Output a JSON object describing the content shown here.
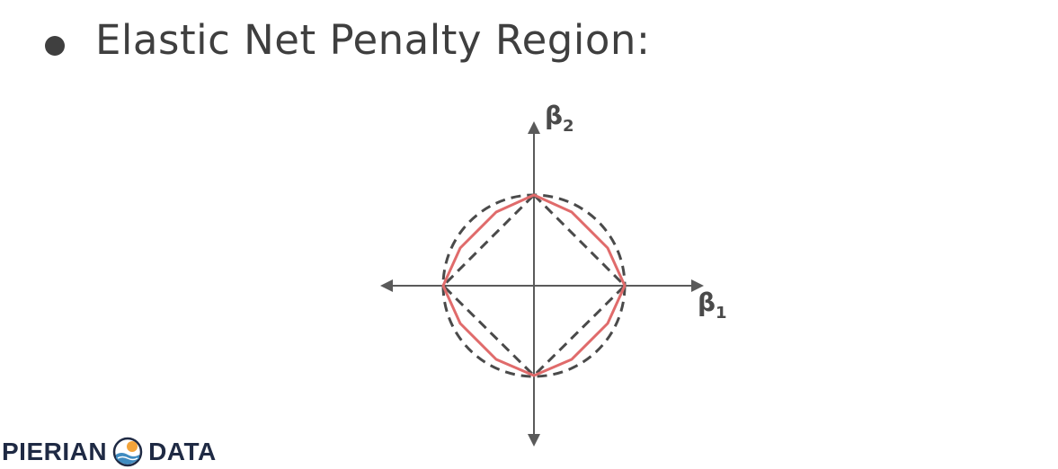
{
  "slide": {
    "title": "Elastic Net Penalty Region:"
  },
  "diagram": {
    "axis_x": {
      "symbol": "β",
      "subscript": "1"
    },
    "axis_y": {
      "symbol": "β",
      "subscript": "2"
    },
    "shapes": [
      {
        "name": "l2-circle",
        "style": "dashed",
        "color": "#4a4a4a"
      },
      {
        "name": "l1-diamond",
        "style": "dashed",
        "color": "#4a4a4a"
      },
      {
        "name": "elastic-net-region",
        "style": "solid",
        "color": "#e06b6b"
      }
    ],
    "axis_color": "#5a5a5a"
  },
  "logo": {
    "left_text": "PIERIAN",
    "right_text": "DATA",
    "icon": "pierian-data-logo-icon",
    "colors": {
      "text": "#1f2a44",
      "sun": "#f2a33a",
      "wave": "#3f8bc0"
    }
  }
}
